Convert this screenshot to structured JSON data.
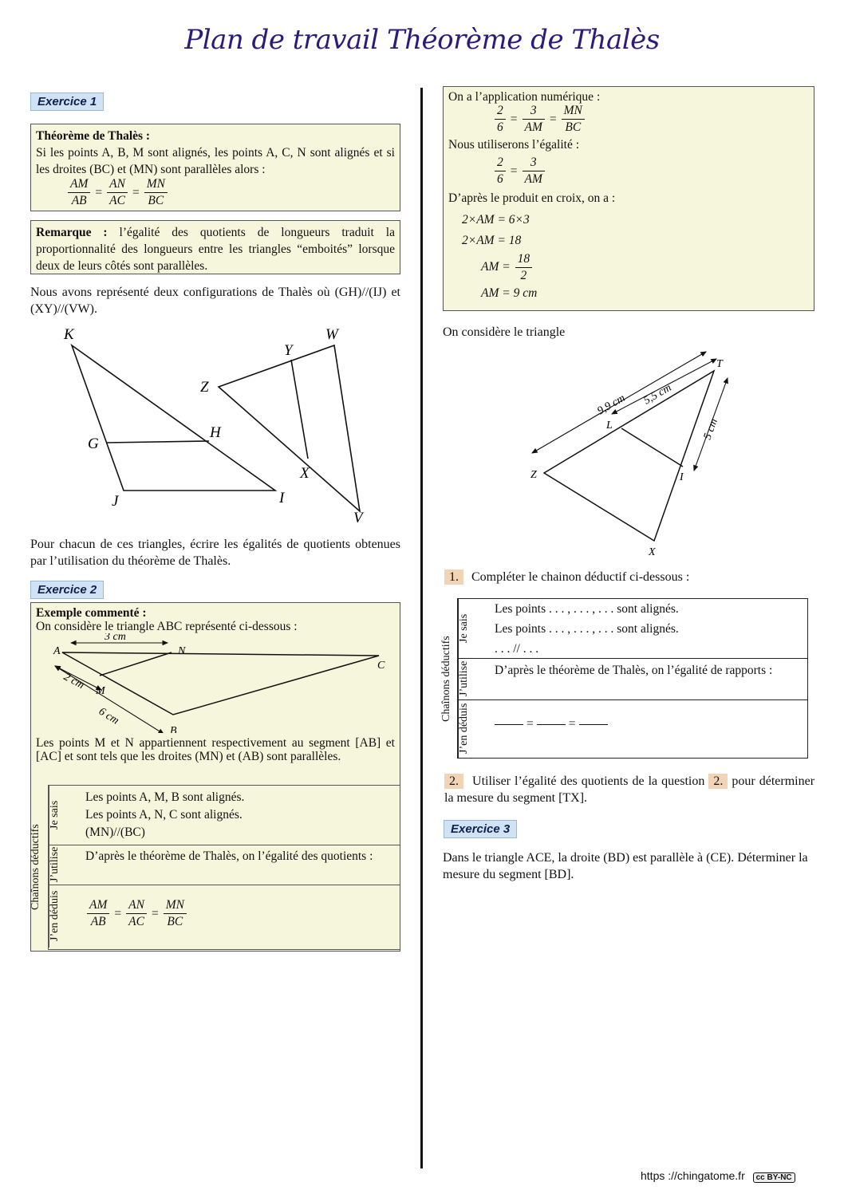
{
  "title": "Plan de travail Théorème de Thalès",
  "ex1": {
    "tag": "Exercice 1",
    "theorem_title": "Théorème de Thalès :",
    "theorem_text": "Si les points A, B, M sont alignés, les points A, C, N sont alignés et si les droites (BC) et (MN) sont parallèles alors :",
    "theorem_fracs": [
      [
        "AM",
        "AB"
      ],
      [
        "AN",
        "AC"
      ],
      [
        "MN",
        "BC"
      ]
    ],
    "remark_title": "Remarque :",
    "remark_text": "l’égalité des quotients de longueurs traduit la proportionnalité des longueurs entre les triangles “emboités” lorsque deux de leurs côtés sont parallèles.",
    "intro": "Nous avons représenté deux configurations de Thalès où (GH)//(IJ) et (XY)//(VW).",
    "points": [
      "K",
      "G",
      "H",
      "J",
      "I",
      "Z",
      "Y",
      "W",
      "X",
      "V"
    ],
    "question": "Pour chacun de ces triangles, écrire les égalités de quotients obtenues par l’utilisation du théorème de Thalès."
  },
  "ex2": {
    "tag": "Exercice 2",
    "example_title": "Exemple commenté :",
    "example_intro": "On considère le triangle ABC représenté ci-dessous :",
    "fig_labels": {
      "a": "A",
      "n": "N",
      "c": "C",
      "m": "M",
      "b": "B",
      "an": "3 cm",
      "am": "2 cm",
      "ab": "6 cm"
    },
    "text": "Les points M et N appartiennent respectivement au segment [AB] et [AC] et sont tels que les droites (MN) et (AB) sont parallèles.",
    "side_label": "Chaînons déductifs",
    "rows": [
      {
        "head": "Je sais",
        "lines": [
          "Les points A, M, B sont alignés.",
          "Les points A, N, C sont alignés.",
          "(MN)//(BC)"
        ]
      },
      {
        "head": "J’utilise",
        "lines": [
          "D’après le théorème de Thalès, on l’égalité des quotients :"
        ]
      },
      {
        "head": "J’en déduis",
        "fracs": [
          [
            "AM",
            "AB"
          ],
          [
            "AN",
            "AC"
          ],
          [
            "MN",
            "BC"
          ]
        ]
      }
    ]
  },
  "ex2_continued": {
    "line1": "On a l’application numérique :",
    "fracs1": [
      [
        "2",
        "6"
      ],
      [
        "3",
        "AM"
      ],
      [
        "MN",
        "BC"
      ]
    ],
    "line2": "Nous utiliserons l’égalité :",
    "fracs2": [
      [
        "2",
        "6"
      ],
      [
        "3",
        "AM"
      ]
    ],
    "line3": "D’après le produit en croix, on a :",
    "calc1": "2×AM = 6×3",
    "calc2": "2×AM = 18",
    "calc3_lhs": "AM =",
    "calc3_frac": [
      "18",
      "2"
    ],
    "calc4": "AM = 9 cm",
    "consider": "On considère le triangle",
    "fig_labels": {
      "t": "T",
      "l": "L",
      "z": "Z",
      "i": "I",
      "x": "X",
      "zt": "9,9 cm",
      "lt": "5,5 cm",
      "ti": "5 cm"
    },
    "q1_num": "1.",
    "q1_text": "Compléter le chainon déductif ci-dessous :",
    "side_label": "Chaînons déductifs",
    "rows": [
      {
        "head": "Je sais",
        "lines": [
          "Les points . . . , . . . , . . . sont alignés.",
          "Les points . . . , . . . , . . . sont alignés.",
          ". . . // . . ."
        ]
      },
      {
        "head": "J’utilise",
        "lines": [
          "D’après le théorème de Thalès, on l’égalité de rapports :"
        ]
      },
      {
        "head": "J’en déduis"
      }
    ],
    "q2_num": "2.",
    "q2_text_a": "Utiliser l’égalité des quotients de la question",
    "q2_ref": "2.",
    "q2_text_b": "pour déterminer la mesure du segment [TX]."
  },
  "ex3": {
    "tag": "Exercice 3",
    "text": "Dans le triangle ACE, la droite (BD) est parallèle à (CE). Déterminer la mesure du segment [BD]."
  },
  "footer": {
    "url": "https ://chingatome.fr",
    "license": "cc BY-NC"
  }
}
